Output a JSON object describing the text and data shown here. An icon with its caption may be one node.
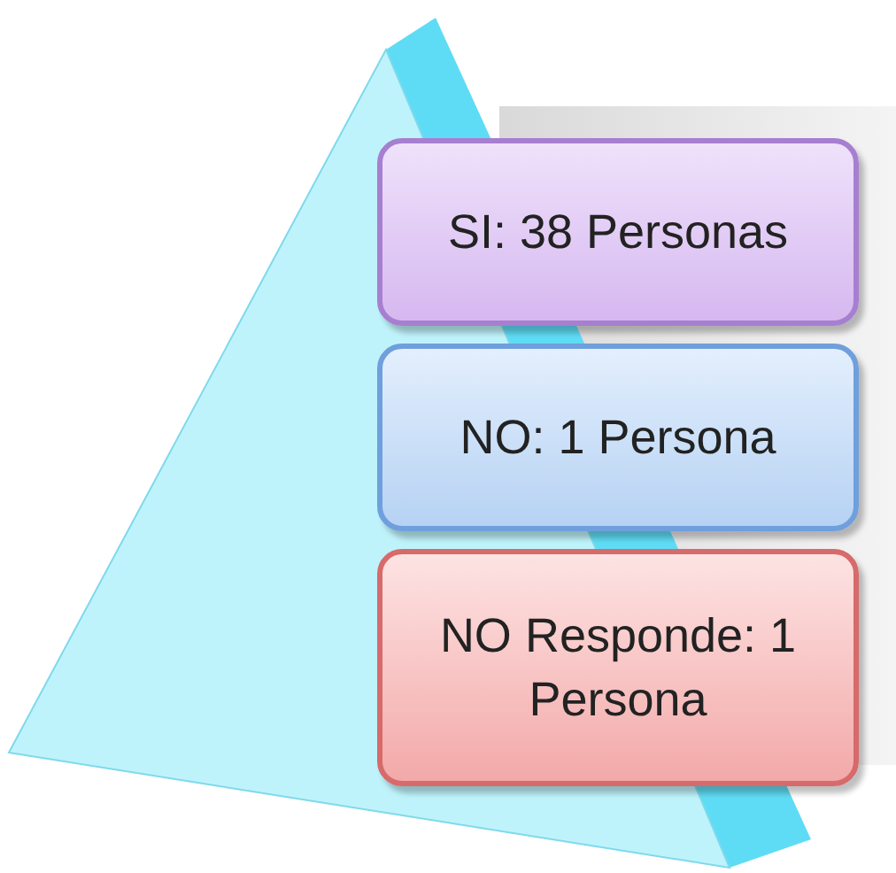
{
  "diagram": {
    "nodes": [
      {
        "text": [],
        "shape": "triangle"
      },
      {
        "text": [
          "SI: 38 Personas"
        ]
      },
      {
        "text": [
          "NO: 1 Persona"
        ]
      },
      {
        "text": [
          "NO Responde: 1 Persona"
        ]
      }
    ]
  }
}
